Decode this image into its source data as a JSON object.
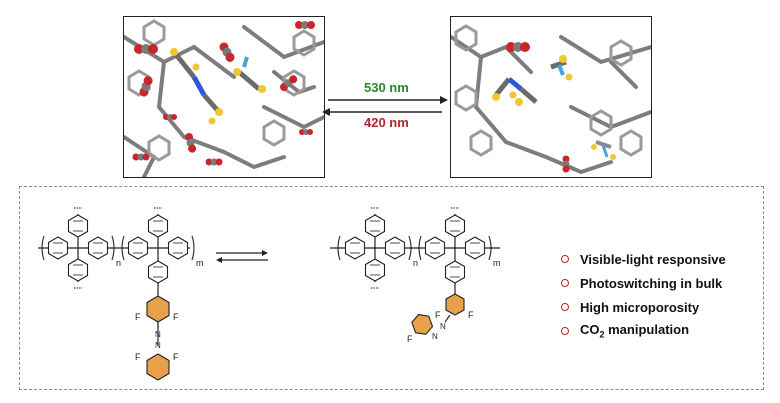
{
  "photo_arrows": {
    "forward_label": "530 nm",
    "reverse_label": "420 nm",
    "forward_color": "#2a8a2a",
    "reverse_color": "#b3262a"
  },
  "panels": {
    "left_state": "trans",
    "right_state": "cis"
  },
  "polymer": {
    "repeat_n": "n",
    "repeat_m": "m",
    "atom_F": "F",
    "atom_N": "N",
    "aryl_color": "#e8a04a"
  },
  "features": [
    {
      "text": "Visible-light responsive"
    },
    {
      "text": "Photoswitching in bulk"
    },
    {
      "text": "High microporosity"
    },
    {
      "text_prefix": "CO",
      "text_sub": "2",
      "text_suffix": " manipulation"
    }
  ],
  "colors": {
    "framework": "#7d7d7d",
    "co2_carbon": "#7a7a7a",
    "co2_oxygen": "#c8262a",
    "fluorine": "#f0c632",
    "nitrogen": "#2a5bd7",
    "feature_bullet": "#b3262a"
  }
}
